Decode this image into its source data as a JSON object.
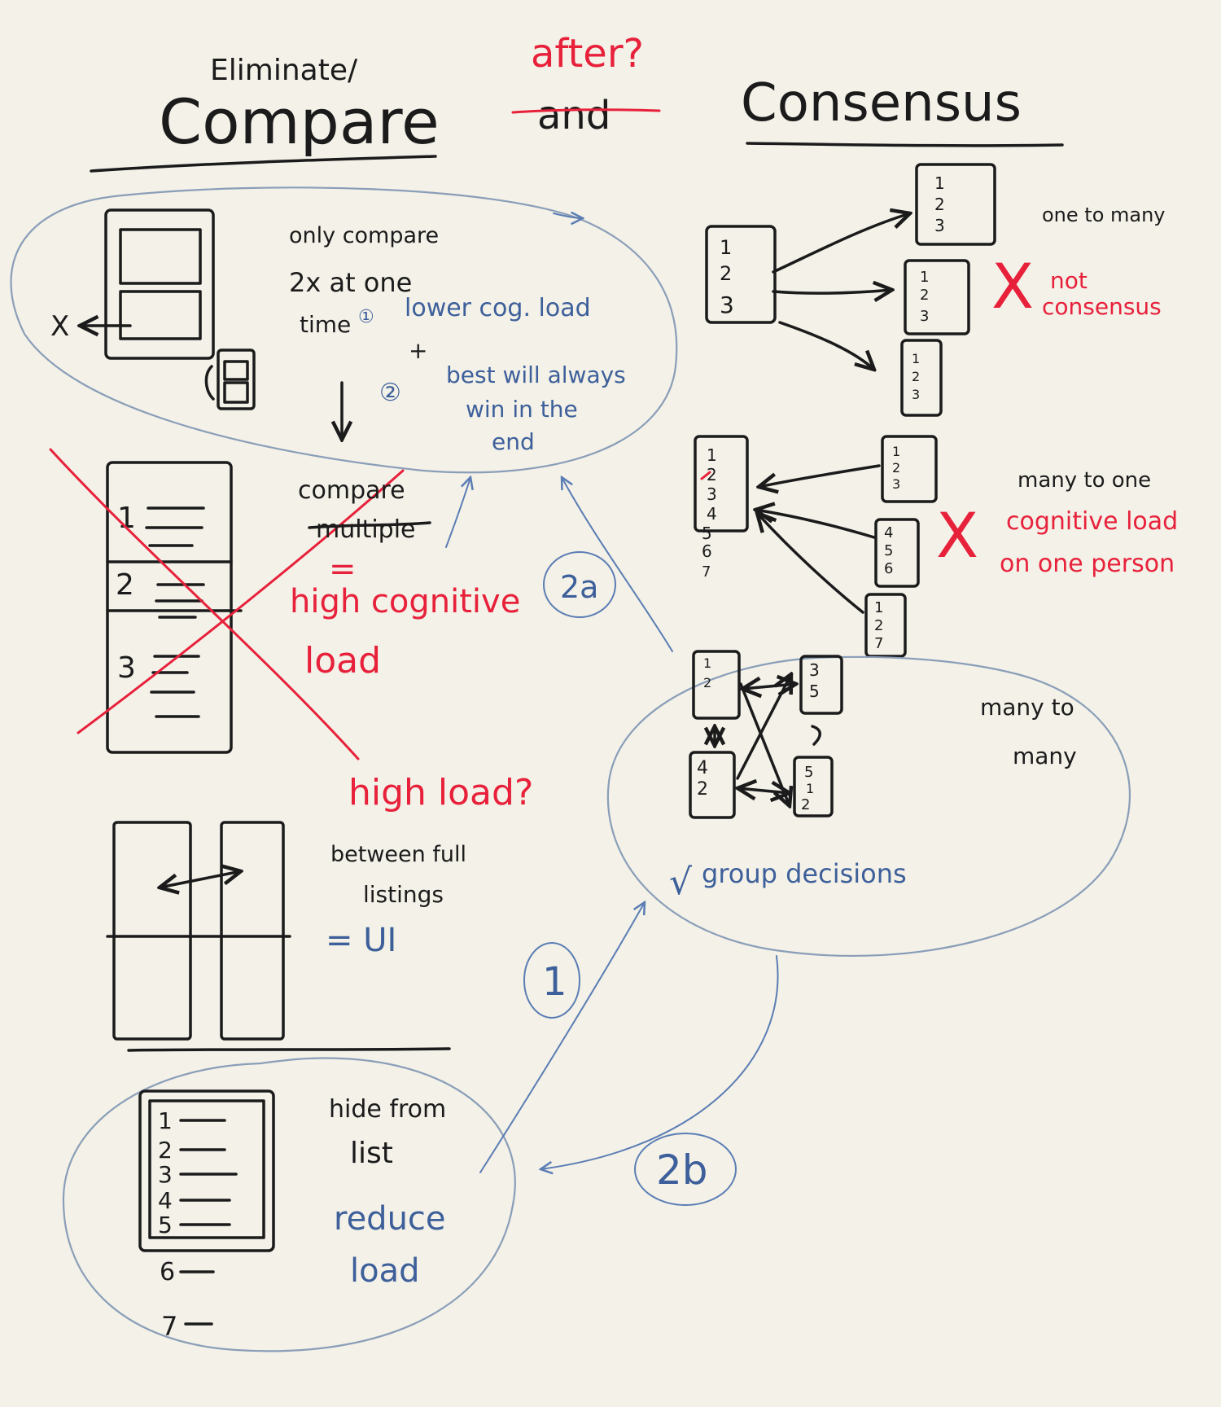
{
  "titles": {
    "left_top": "Eliminate/",
    "left_main": "Compare",
    "middle_struck": "and",
    "middle_replacement": "after?",
    "right_main": "Consensus"
  },
  "compare_section": {
    "pairwise_lines": [
      "only compare",
      "2x at one",
      "time"
    ],
    "reasons": [
      "lower cog. load",
      "+",
      "best will always",
      "win in the",
      "end"
    ],
    "reason_markers": [
      "①",
      "②"
    ],
    "x_mark": "X",
    "multiple_lines": [
      "compare",
      "multiple"
    ],
    "multiple_equals": "=",
    "multiple_result": [
      "high cognitive",
      "load"
    ],
    "multiple_numbers": [
      "1",
      "2",
      "3"
    ],
    "full_listing_question": "high load?",
    "full_listing_lines": [
      "between full",
      "listings"
    ],
    "full_listing_result": "= UI",
    "hide_lines": [
      "hide from",
      "list"
    ],
    "hide_result": [
      "reduce",
      "load"
    ],
    "hide_numbers": [
      "1",
      "2",
      "3",
      "4",
      "5",
      "6",
      "7"
    ]
  },
  "consensus_section": {
    "one_to_many": {
      "label": "one to many",
      "verdict_mark": "X",
      "verdict": [
        "not",
        "consensus"
      ],
      "source_list": [
        "1",
        "2",
        "3"
      ],
      "target_lists": [
        [
          "1",
          "2",
          "3"
        ],
        [
          "1",
          "2",
          "3"
        ],
        [
          "1",
          "2",
          "3"
        ]
      ]
    },
    "many_to_one": {
      "label": "many to one",
      "verdict_mark": "X",
      "verdict": [
        "cognitive load",
        "on one person"
      ],
      "target_list": [
        "1",
        "2",
        "3",
        "4",
        "5",
        "6",
        "7"
      ],
      "source_lists": [
        [
          "1",
          "2",
          "3"
        ],
        [
          "4",
          "5",
          "6"
        ],
        [
          "1",
          "2",
          "7"
        ]
      ]
    },
    "many_to_many": {
      "label": [
        "many to",
        "many"
      ],
      "verdict_mark": "√",
      "verdict": "group decisions",
      "lists": [
        [
          "1",
          "2"
        ],
        [
          "3",
          "5"
        ],
        [
          "4",
          "2"
        ],
        [
          "5",
          "1",
          "2"
        ]
      ]
    }
  },
  "flow_labels": [
    "1",
    "2a",
    "2b"
  ],
  "colors": {
    "ink": "#1b1b1b",
    "red": "#e8213b",
    "blue": "#3d5f9a",
    "ellipse": "#8a9eb8",
    "board": "#f3f1e8"
  }
}
